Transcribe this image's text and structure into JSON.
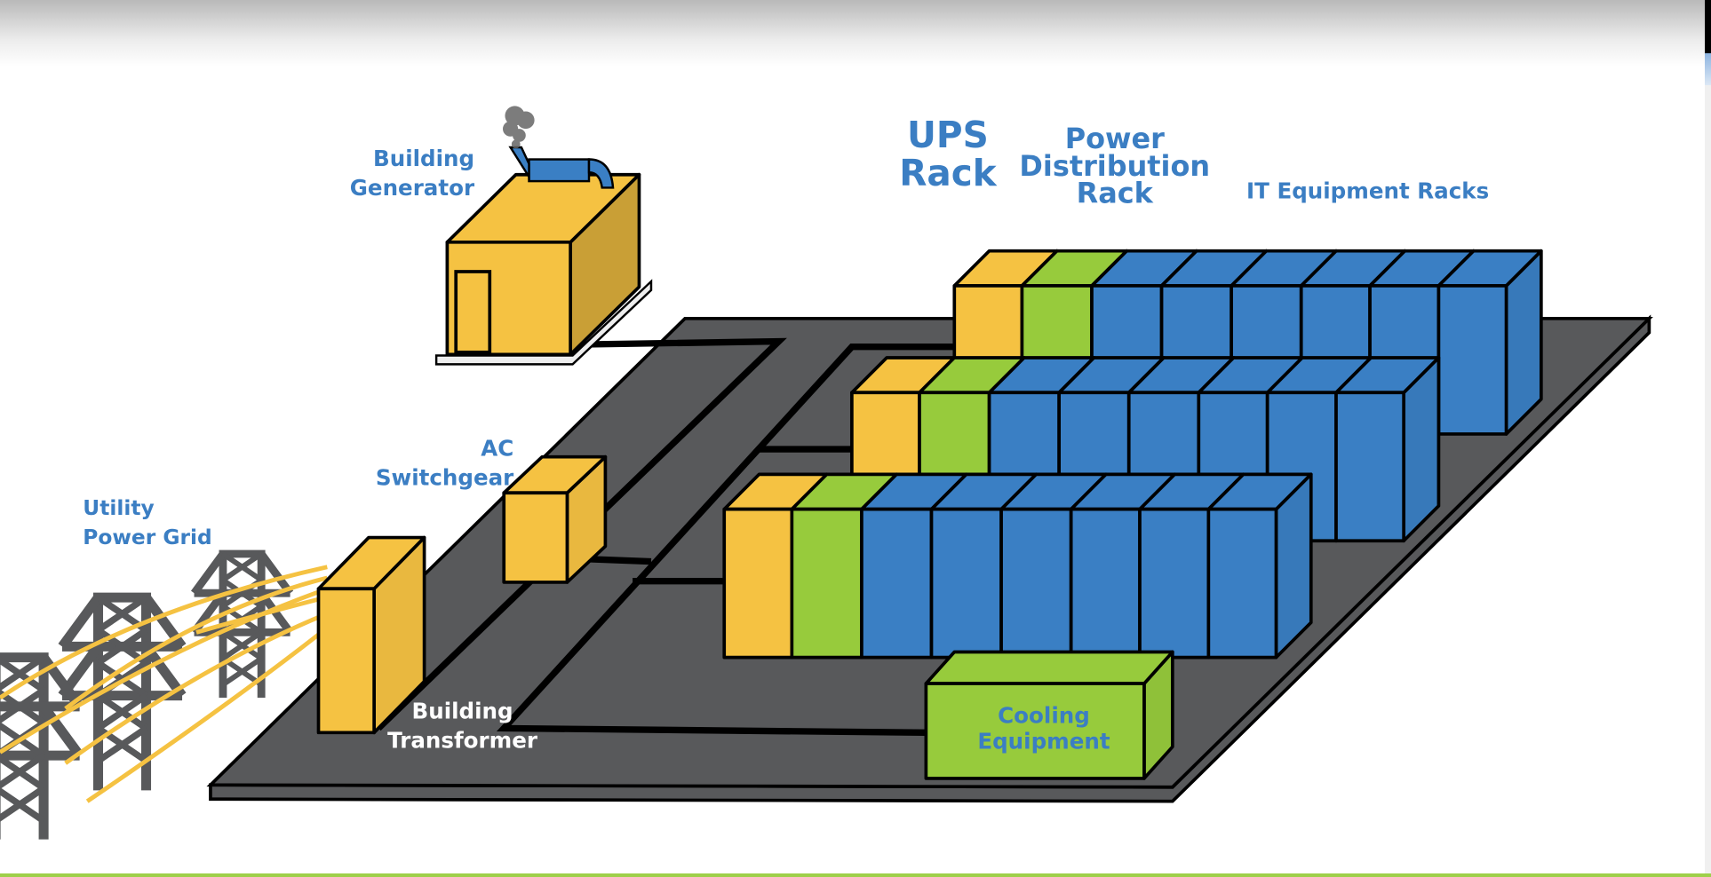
{
  "labels": {
    "generator": [
      "Building",
      "Generator"
    ],
    "ups": [
      "UPS",
      "Rack"
    ],
    "pdr": [
      "Power",
      "Distribution",
      "Rack"
    ],
    "it": "IT Equipment Racks",
    "switchgear": [
      "AC",
      "Switchgear"
    ],
    "grid": [
      "Utility",
      "Power Grid"
    ],
    "transformer": [
      "Building",
      "Transformer"
    ],
    "cooling": [
      "Cooling",
      "Equipment"
    ]
  },
  "racks": {
    "rows": [
      [
        "ups",
        "pdr",
        "it",
        "it",
        "it",
        "it",
        "it",
        "it"
      ],
      [
        "ups",
        "pdr",
        "it",
        "it",
        "it",
        "it",
        "it",
        "it"
      ],
      [
        "ups",
        "pdr",
        "it",
        "it",
        "it",
        "it",
        "it",
        "it"
      ]
    ]
  },
  "colors": {
    "ups": "#f5c242",
    "pdr": "#97cb3c",
    "it": "#3a7fc4",
    "generator": "#f5c242",
    "platform": "#58595b",
    "tower": "#58595b",
    "wire": "#f5c242",
    "label": "#3b7ec3"
  }
}
